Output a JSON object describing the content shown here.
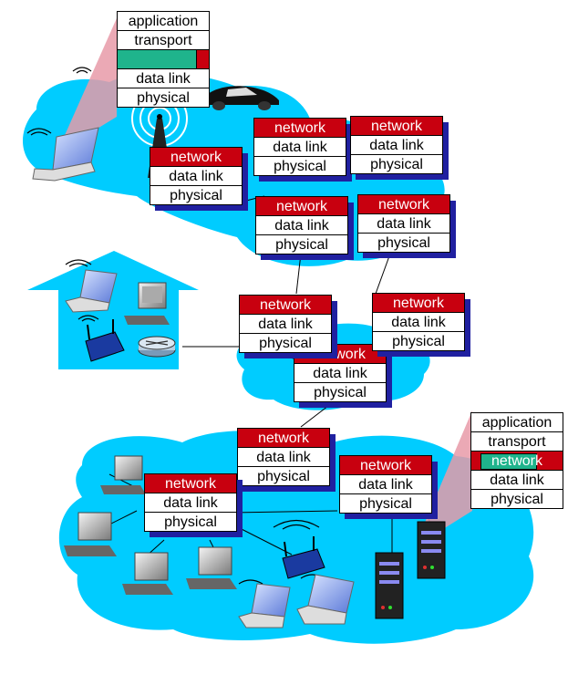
{
  "layers": {
    "application": "application",
    "transport": "transport",
    "network": "network",
    "data_link": "data link",
    "physical": "physical"
  },
  "colors": {
    "cloud": "#00ccff",
    "network_layer": "#c8000f",
    "packet": "#1fb48c",
    "stack_shadow": "#2020a0",
    "callout": "#e89aa8"
  },
  "icons": [
    "car-icon",
    "laptop-icon",
    "desktop-pc-icon",
    "wifi-router-icon",
    "router-icon",
    "server-icon",
    "cell-tower-icon",
    "house-icon",
    "wireless-waves-icon"
  ]
}
